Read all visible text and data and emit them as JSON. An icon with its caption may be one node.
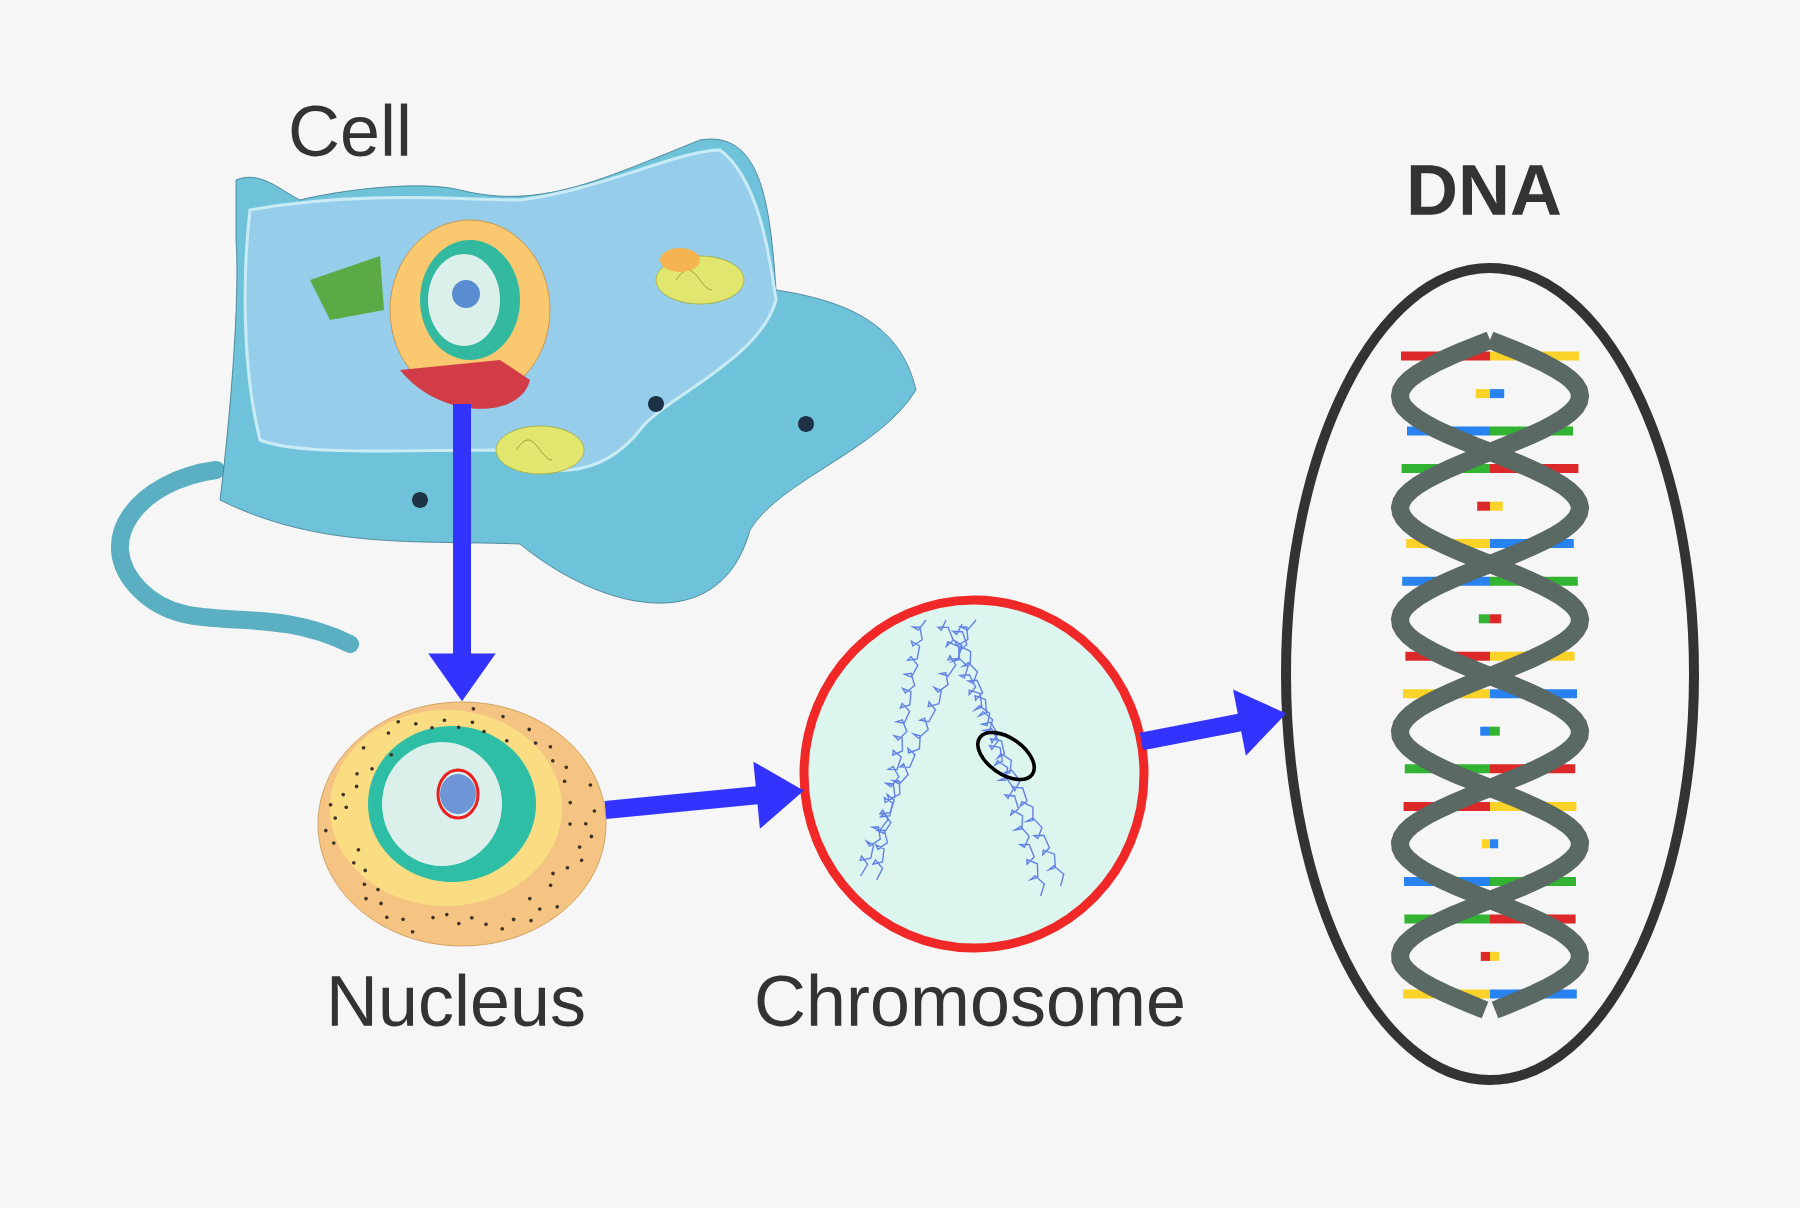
{
  "diagram": {
    "nodes": [
      {
        "text": [
          "Cell"
        ]
      },
      {
        "text": [
          "Nucleus"
        ]
      },
      {
        "text": [
          "Chromosome"
        ]
      },
      {
        "text": [
          "DNA"
        ]
      }
    ],
    "edges": [
      {
        "from": 0,
        "to": 1,
        "arrow": "to"
      },
      {
        "from": 1,
        "to": 2,
        "arrow": "to"
      },
      {
        "from": 2,
        "to": 3,
        "arrow": "to"
      }
    ]
  }
}
